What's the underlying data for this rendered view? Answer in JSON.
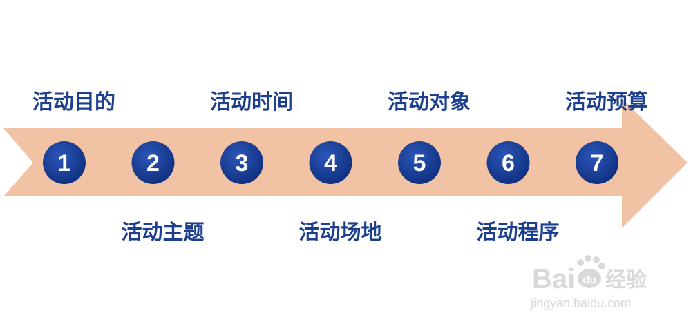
{
  "steps": [
    {
      "number": "1",
      "label": "活动目的",
      "position": "above"
    },
    {
      "number": "2",
      "label": "活动主题",
      "position": "below"
    },
    {
      "number": "3",
      "label": "活动时间",
      "position": "above"
    },
    {
      "number": "4",
      "label": "活动场地",
      "position": "below"
    },
    {
      "number": "5",
      "label": "活动对象",
      "position": "above"
    },
    {
      "number": "6",
      "label": "活动程序",
      "position": "below"
    },
    {
      "number": "7",
      "label": "活动预算",
      "position": "above"
    }
  ],
  "watermark": {
    "brand_prefix": "Bai",
    "brand_suffix": "经验",
    "paw_text": "du",
    "url": "jingyan.baidu.com"
  },
  "colors": {
    "arrow_fill": "#f2c2a5",
    "circle_fill": "#16398f",
    "label_color": "#1c3f8f",
    "watermark_color": "#d9d9d9"
  }
}
